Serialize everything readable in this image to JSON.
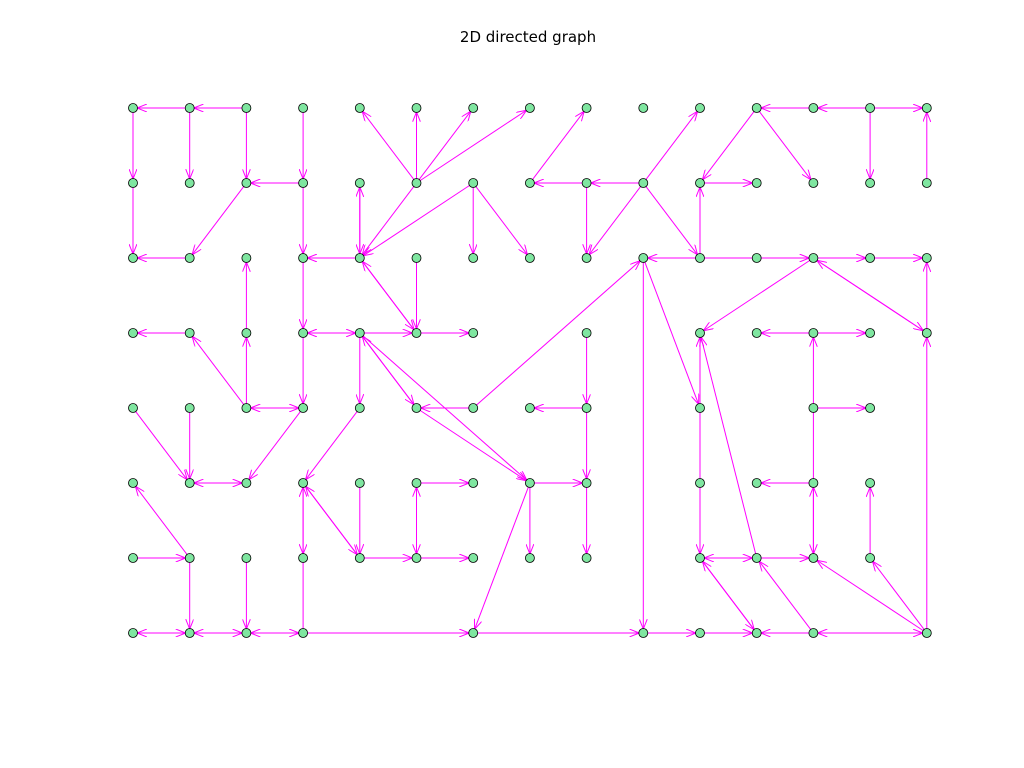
{
  "title": "2D directed graph",
  "colors": {
    "edge": "#ff00ff",
    "node_fill": "#7fe6a0",
    "node_stroke": "#000000",
    "background": "#ffffff"
  },
  "chart_data": {
    "type": "directed-graph",
    "grid": {
      "cols": 15,
      "rows": 8
    },
    "nodes": [
      [
        0,
        0
      ],
      [
        1,
        0
      ],
      [
        2,
        0
      ],
      [
        3,
        0
      ],
      [
        4,
        0
      ],
      [
        5,
        0
      ],
      [
        6,
        0
      ],
      [
        7,
        0
      ],
      [
        8,
        0
      ],
      [
        9,
        0
      ],
      [
        10,
        0
      ],
      [
        11,
        0
      ],
      [
        12,
        0
      ],
      [
        13,
        0
      ],
      [
        14,
        0
      ],
      [
        0,
        1
      ],
      [
        1,
        1
      ],
      [
        2,
        1
      ],
      [
        3,
        1
      ],
      [
        4,
        1
      ],
      [
        5,
        1
      ],
      [
        6,
        1
      ],
      [
        7,
        1
      ],
      [
        8,
        1
      ],
      [
        9,
        1
      ],
      [
        10,
        1
      ],
      [
        11,
        1
      ],
      [
        12,
        1
      ],
      [
        13,
        1
      ],
      [
        14,
        1
      ],
      [
        0,
        2
      ],
      [
        1,
        2
      ],
      [
        2,
        2
      ],
      [
        3,
        2
      ],
      [
        4,
        2
      ],
      [
        5,
        2
      ],
      [
        6,
        2
      ],
      [
        7,
        2
      ],
      [
        8,
        2
      ],
      [
        9,
        2
      ],
      [
        10,
        2
      ],
      [
        11,
        2
      ],
      [
        12,
        2
      ],
      [
        13,
        2
      ],
      [
        14,
        2
      ],
      [
        0,
        3
      ],
      [
        1,
        3
      ],
      [
        2,
        3
      ],
      [
        3,
        3
      ],
      [
        4,
        3
      ],
      [
        5,
        3
      ],
      [
        6,
        3
      ],
      [
        8,
        3
      ],
      [
        10,
        3
      ],
      [
        11,
        3
      ],
      [
        12,
        3
      ],
      [
        13,
        3
      ],
      [
        14,
        3
      ],
      [
        0,
        4
      ],
      [
        1,
        4
      ],
      [
        2,
        4
      ],
      [
        3,
        4
      ],
      [
        4,
        4
      ],
      [
        5,
        4
      ],
      [
        6,
        4
      ],
      [
        7,
        4
      ],
      [
        8,
        4
      ],
      [
        10,
        4
      ],
      [
        12,
        4
      ],
      [
        13,
        4
      ],
      [
        0,
        5
      ],
      [
        1,
        5
      ],
      [
        2,
        5
      ],
      [
        3,
        5
      ],
      [
        4,
        5
      ],
      [
        5,
        5
      ],
      [
        6,
        5
      ],
      [
        7,
        5
      ],
      [
        8,
        5
      ],
      [
        10,
        5
      ],
      [
        11,
        5
      ],
      [
        12,
        5
      ],
      [
        13,
        5
      ],
      [
        0,
        6
      ],
      [
        1,
        6
      ],
      [
        2,
        6
      ],
      [
        3,
        6
      ],
      [
        4,
        6
      ],
      [
        5,
        6
      ],
      [
        6,
        6
      ],
      [
        7,
        6
      ],
      [
        8,
        6
      ],
      [
        10,
        6
      ],
      [
        11,
        6
      ],
      [
        12,
        6
      ],
      [
        13,
        6
      ],
      [
        0,
        7
      ],
      [
        1,
        7
      ],
      [
        2,
        7
      ],
      [
        3,
        7
      ],
      [
        6,
        7
      ],
      [
        9,
        7
      ],
      [
        10,
        7
      ],
      [
        11,
        7
      ],
      [
        12,
        7
      ],
      [
        14,
        7
      ]
    ],
    "edges": [
      [
        [
          1,
          0
        ],
        [
          0,
          0
        ]
      ],
      [
        [
          2,
          0
        ],
        [
          1,
          0
        ]
      ],
      [
        [
          0,
          0
        ],
        [
          0,
          1
        ]
      ],
      [
        [
          1,
          0
        ],
        [
          1,
          1
        ]
      ],
      [
        [
          2,
          0
        ],
        [
          2,
          1
        ]
      ],
      [
        [
          3,
          0
        ],
        [
          3,
          1
        ]
      ],
      [
        [
          0,
          1
        ],
        [
          0,
          2
        ]
      ],
      [
        [
          1,
          2
        ],
        [
          0,
          2
        ]
      ],
      [
        [
          2,
          1
        ],
        [
          1,
          2
        ]
      ],
      [
        [
          3,
          1
        ],
        [
          2,
          1
        ]
      ],
      [
        [
          3,
          1
        ],
        [
          3,
          2
        ]
      ],
      [
        [
          5,
          1
        ],
        [
          4,
          0
        ]
      ],
      [
        [
          5,
          1
        ],
        [
          5,
          0
        ]
      ],
      [
        [
          5,
          1
        ],
        [
          6,
          0
        ]
      ],
      [
        [
          5,
          1
        ],
        [
          7,
          0
        ]
      ],
      [
        [
          5,
          1
        ],
        [
          4,
          2
        ]
      ],
      [
        [
          4,
          1
        ],
        [
          4,
          2
        ]
      ],
      [
        [
          6,
          1
        ],
        [
          4,
          2
        ]
      ],
      [
        [
          6,
          1
        ],
        [
          6,
          2
        ]
      ],
      [
        [
          6,
          1
        ],
        [
          7,
          2
        ]
      ],
      [
        [
          7,
          1
        ],
        [
          8,
          0
        ]
      ],
      [
        [
          8,
          1
        ],
        [
          7,
          1
        ]
      ],
      [
        [
          9,
          1
        ],
        [
          8,
          1
        ]
      ],
      [
        [
          9,
          1
        ],
        [
          10,
          0
        ]
      ],
      [
        [
          8,
          1
        ],
        [
          8,
          2
        ]
      ],
      [
        [
          9,
          1
        ],
        [
          8,
          2
        ]
      ],
      [
        [
          10,
          1
        ],
        [
          11,
          1
        ]
      ],
      [
        [
          12,
          0
        ],
        [
          11,
          0
        ]
      ],
      [
        [
          13,
          0
        ],
        [
          12,
          0
        ]
      ],
      [
        [
          13,
          0
        ],
        [
          14,
          0
        ]
      ],
      [
        [
          13,
          0
        ],
        [
          13,
          1
        ]
      ],
      [
        [
          11,
          0
        ],
        [
          12,
          1
        ]
      ],
      [
        [
          11,
          0
        ],
        [
          10,
          1
        ]
      ],
      [
        [
          10,
          2
        ],
        [
          10,
          1
        ]
      ],
      [
        [
          9,
          1
        ],
        [
          10,
          2
        ]
      ],
      [
        [
          10,
          2
        ],
        [
          9,
          2
        ]
      ],
      [
        [
          9,
          2
        ],
        [
          12,
          2
        ]
      ],
      [
        [
          12,
          2
        ],
        [
          13,
          2
        ]
      ],
      [
        [
          13,
          2
        ],
        [
          14,
          2
        ]
      ],
      [
        [
          14,
          1
        ],
        [
          14,
          0
        ]
      ],
      [
        [
          4,
          2
        ],
        [
          3,
          2
        ]
      ],
      [
        [
          4,
          2
        ],
        [
          4,
          1
        ]
      ],
      [
        [
          5,
          2
        ],
        [
          5,
          3
        ]
      ],
      [
        [
          4,
          2
        ],
        [
          5,
          3
        ]
      ],
      [
        [
          5,
          3
        ],
        [
          4,
          2
        ]
      ],
      [
        [
          12,
          2
        ],
        [
          10,
          3
        ]
      ],
      [
        [
          12,
          2
        ],
        [
          14,
          3
        ]
      ],
      [
        [
          14,
          3
        ],
        [
          12,
          2
        ]
      ],
      [
        [
          14,
          3
        ],
        [
          14,
          2
        ]
      ],
      [
        [
          1,
          3
        ],
        [
          0,
          3
        ]
      ],
      [
        [
          2,
          4
        ],
        [
          1,
          3
        ]
      ],
      [
        [
          2,
          4
        ],
        [
          2,
          3
        ]
      ],
      [
        [
          2,
          3
        ],
        [
          2,
          2
        ]
      ],
      [
        [
          3,
          2
        ],
        [
          3,
          3
        ]
      ],
      [
        [
          3,
          3
        ],
        [
          3,
          4
        ]
      ],
      [
        [
          3,
          3
        ],
        [
          4,
          3
        ]
      ],
      [
        [
          4,
          3
        ],
        [
          3,
          3
        ]
      ],
      [
        [
          4,
          3
        ],
        [
          5,
          3
        ]
      ],
      [
        [
          5,
          3
        ],
        [
          6,
          3
        ]
      ],
      [
        [
          4,
          3
        ],
        [
          4,
          4
        ]
      ],
      [
        [
          5,
          4
        ],
        [
          4,
          3
        ]
      ],
      [
        [
          4,
          3
        ],
        [
          5,
          4
        ]
      ],
      [
        [
          2,
          4
        ],
        [
          3,
          4
        ]
      ],
      [
        [
          3,
          4
        ],
        [
          2,
          4
        ]
      ],
      [
        [
          6,
          4
        ],
        [
          5,
          4
        ]
      ],
      [
        [
          6,
          4
        ],
        [
          9,
          2
        ]
      ],
      [
        [
          9,
          2
        ],
        [
          9,
          7
        ]
      ],
      [
        [
          9,
          2
        ],
        [
          10,
          4
        ]
      ],
      [
        [
          10,
          4
        ],
        [
          10,
          3
        ]
      ],
      [
        [
          12,
          3
        ],
        [
          11,
          3
        ]
      ],
      [
        [
          12,
          3
        ],
        [
          13,
          3
        ]
      ],
      [
        [
          12,
          4
        ],
        [
          12,
          3
        ]
      ],
      [
        [
          12,
          4
        ],
        [
          13,
          4
        ]
      ],
      [
        [
          8,
          4
        ],
        [
          7,
          4
        ]
      ],
      [
        [
          8,
          3
        ],
        [
          8,
          4
        ]
      ],
      [
        [
          8,
          4
        ],
        [
          8,
          5
        ]
      ],
      [
        [
          0,
          4
        ],
        [
          1,
          5
        ]
      ],
      [
        [
          1,
          4
        ],
        [
          1,
          5
        ]
      ],
      [
        [
          1,
          5
        ],
        [
          2,
          5
        ]
      ],
      [
        [
          2,
          5
        ],
        [
          1,
          5
        ]
      ],
      [
        [
          3,
          4
        ],
        [
          2,
          5
        ]
      ],
      [
        [
          4,
          4
        ],
        [
          3,
          5
        ]
      ],
      [
        [
          3,
          5
        ],
        [
          4,
          6
        ]
      ],
      [
        [
          4,
          6
        ],
        [
          3,
          5
        ]
      ],
      [
        [
          4,
          5
        ],
        [
          4,
          6
        ]
      ],
      [
        [
          3,
          5
        ],
        [
          3,
          6
        ]
      ],
      [
        [
          5,
          5
        ],
        [
          6,
          5
        ]
      ],
      [
        [
          5,
          5
        ],
        [
          5,
          6
        ]
      ],
      [
        [
          4,
          6
        ],
        [
          5,
          6
        ]
      ],
      [
        [
          5,
          6
        ],
        [
          6,
          6
        ]
      ],
      [
        [
          5,
          6
        ],
        [
          5,
          5
        ]
      ],
      [
        [
          5,
          4
        ],
        [
          7,
          5
        ]
      ],
      [
        [
          4,
          3
        ],
        [
          7,
          5
        ]
      ],
      [
        [
          7,
          5
        ],
        [
          8,
          5
        ]
      ],
      [
        [
          7,
          5
        ],
        [
          7,
          6
        ]
      ],
      [
        [
          8,
          5
        ],
        [
          8,
          6
        ]
      ],
      [
        [
          7,
          5
        ],
        [
          6,
          7
        ]
      ],
      [
        [
          12,
          5
        ],
        [
          11,
          5
        ]
      ],
      [
        [
          12,
          6
        ],
        [
          12,
          5
        ]
      ],
      [
        [
          13,
          6
        ],
        [
          13,
          5
        ]
      ],
      [
        [
          12,
          4
        ],
        [
          12,
          6
        ]
      ],
      [
        [
          10,
          3
        ],
        [
          10,
          6
        ]
      ],
      [
        [
          10,
          6
        ],
        [
          11,
          6
        ]
      ],
      [
        [
          11,
          6
        ],
        [
          10,
          6
        ]
      ],
      [
        [
          11,
          6
        ],
        [
          12,
          6
        ]
      ],
      [
        [
          11,
          6
        ],
        [
          10,
          3
        ]
      ],
      [
        [
          0,
          6
        ],
        [
          1,
          6
        ]
      ],
      [
        [
          1,
          6
        ],
        [
          0,
          5
        ]
      ],
      [
        [
          1,
          6
        ],
        [
          1,
          7
        ]
      ],
      [
        [
          2,
          6
        ],
        [
          2,
          7
        ]
      ],
      [
        [
          1,
          7
        ],
        [
          0,
          7
        ]
      ],
      [
        [
          0,
          7
        ],
        [
          1,
          7
        ]
      ],
      [
        [
          1,
          7
        ],
        [
          2,
          7
        ]
      ],
      [
        [
          2,
          7
        ],
        [
          1,
          7
        ]
      ],
      [
        [
          2,
          7
        ],
        [
          3,
          7
        ]
      ],
      [
        [
          3,
          7
        ],
        [
          2,
          7
        ]
      ],
      [
        [
          3,
          7
        ],
        [
          3,
          5
        ]
      ],
      [
        [
          3,
          7
        ],
        [
          6,
          7
        ]
      ],
      [
        [
          6,
          7
        ],
        [
          9,
          7
        ]
      ],
      [
        [
          9,
          7
        ],
        [
          10,
          7
        ]
      ],
      [
        [
          10,
          7
        ],
        [
          11,
          7
        ]
      ],
      [
        [
          10,
          6
        ],
        [
          11,
          7
        ]
      ],
      [
        [
          11,
          7
        ],
        [
          10,
          6
        ]
      ],
      [
        [
          12,
          7
        ],
        [
          11,
          6
        ]
      ],
      [
        [
          12,
          7
        ],
        [
          11,
          7
        ]
      ],
      [
        [
          12,
          7
        ],
        [
          14,
          7
        ]
      ],
      [
        [
          14,
          7
        ],
        [
          12,
          6
        ]
      ],
      [
        [
          14,
          7
        ],
        [
          13,
          6
        ]
      ],
      [
        [
          14,
          7
        ],
        [
          14,
          3
        ]
      ],
      [
        [
          14,
          7
        ],
        [
          12,
          7
        ]
      ]
    ]
  }
}
